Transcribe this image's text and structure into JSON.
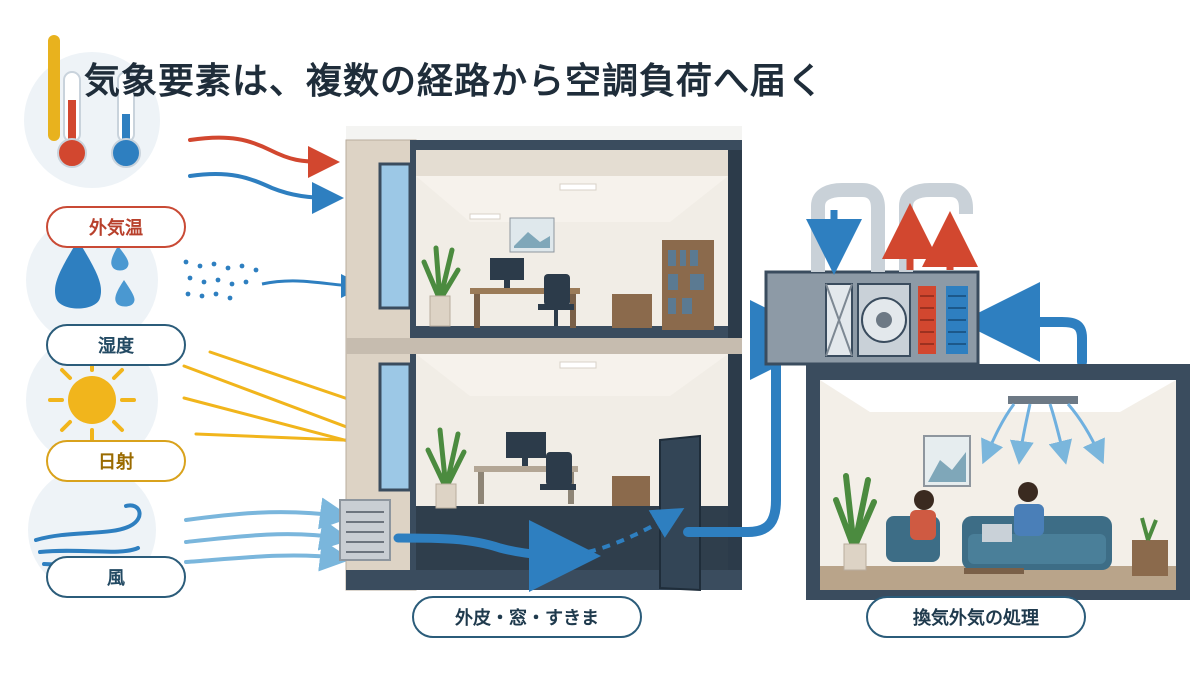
{
  "title": "気象要素は、複数の経路から空調負荷へ届く",
  "factors": {
    "temperature": "外気温",
    "humidity": "湿度",
    "solar": "日射",
    "wind": "風"
  },
  "paths": {
    "envelope": "外皮・窓・すきま",
    "ventilation": "換気外気の処理"
  },
  "colors": {
    "accent": "#e8b21e",
    "warm": "#d2472f",
    "cool": "#2e7fc0",
    "sun": "#f1b51c",
    "dark": "#3a4c5e"
  },
  "icons": [
    "thermometer-icon",
    "water-drop-icon",
    "sun-icon",
    "wind-icon",
    "plant-icon",
    "monitor-icon",
    "fan-icon"
  ]
}
